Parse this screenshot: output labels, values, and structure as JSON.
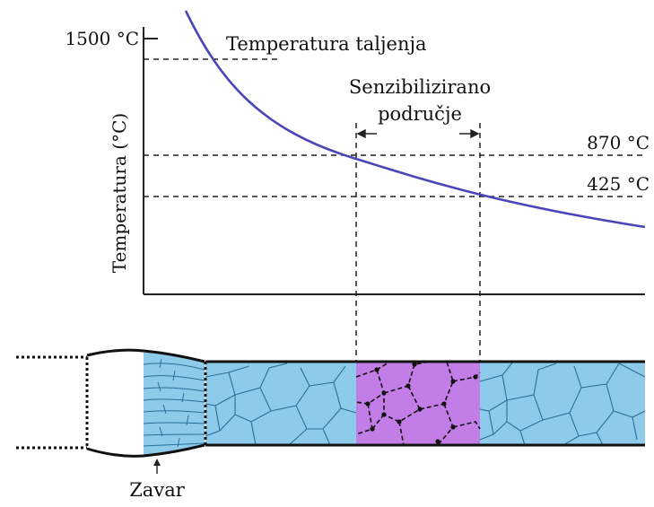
{
  "graph": {
    "y_axis_label": "Temperatura (°C)",
    "tick_1500": "1500 °C",
    "melting_label": "Temperatura taljenja",
    "zone_title_line1": "Senzibilizirano",
    "zone_title_line2": "područje",
    "temp_870": "870 °C",
    "temp_425": "425 °C",
    "curve_color": "#4b46b8"
  },
  "weld": {
    "label": "Zavar",
    "grain_color": "#8ecbea",
    "sensitized_color": "#c27ee6",
    "carbide_color": "#111111"
  }
}
